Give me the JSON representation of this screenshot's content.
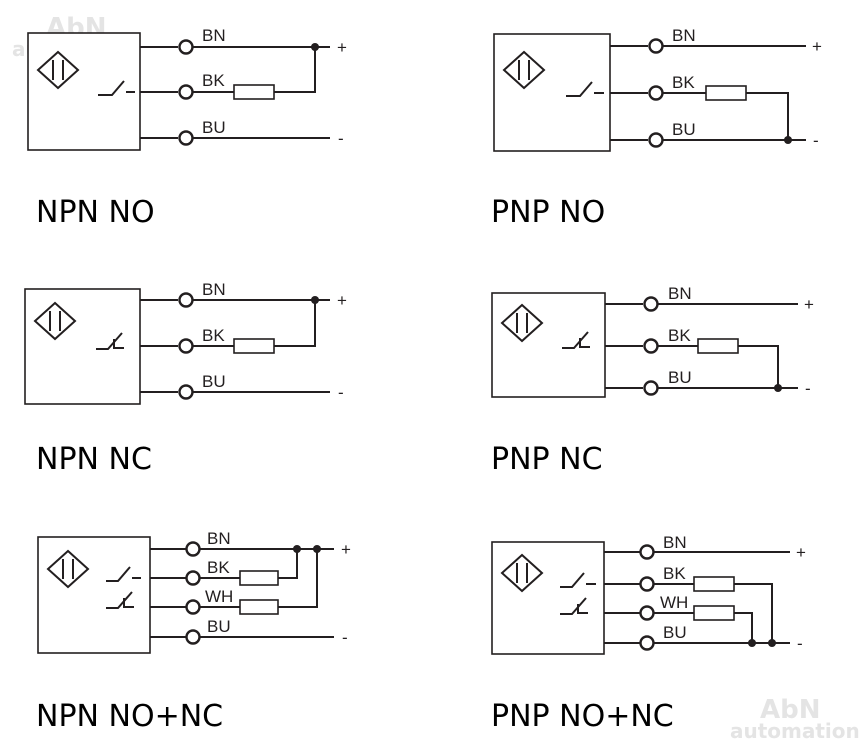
{
  "watermark": {
    "brand": "AbN",
    "sub": "automation",
    "color": "#e4e4e4"
  },
  "panels": [
    {
      "title": "NPN NO",
      "wires": [
        "BN",
        "BK",
        "BU"
      ],
      "positive": "+",
      "negative": "-"
    },
    {
      "title": "PNP NO",
      "wires": [
        "BN",
        "BK",
        "BU"
      ],
      "positive": "+",
      "negative": "-"
    },
    {
      "title": "NPN NC",
      "wires": [
        "BN",
        "BK",
        "BU"
      ],
      "positive": "+",
      "negative": "-"
    },
    {
      "title": "PNP NC",
      "wires": [
        "BN",
        "BK",
        "BU"
      ],
      "positive": "+",
      "negative": "-"
    },
    {
      "title": "NPN NO+NC",
      "wires": [
        "BN",
        "BK",
        "WH",
        "BU"
      ],
      "positive": "+",
      "negative": "-"
    },
    {
      "title": "PNP NO+NC",
      "wires": [
        "BN",
        "BK",
        "WH",
        "BU"
      ],
      "positive": "+",
      "negative": "-"
    }
  ]
}
